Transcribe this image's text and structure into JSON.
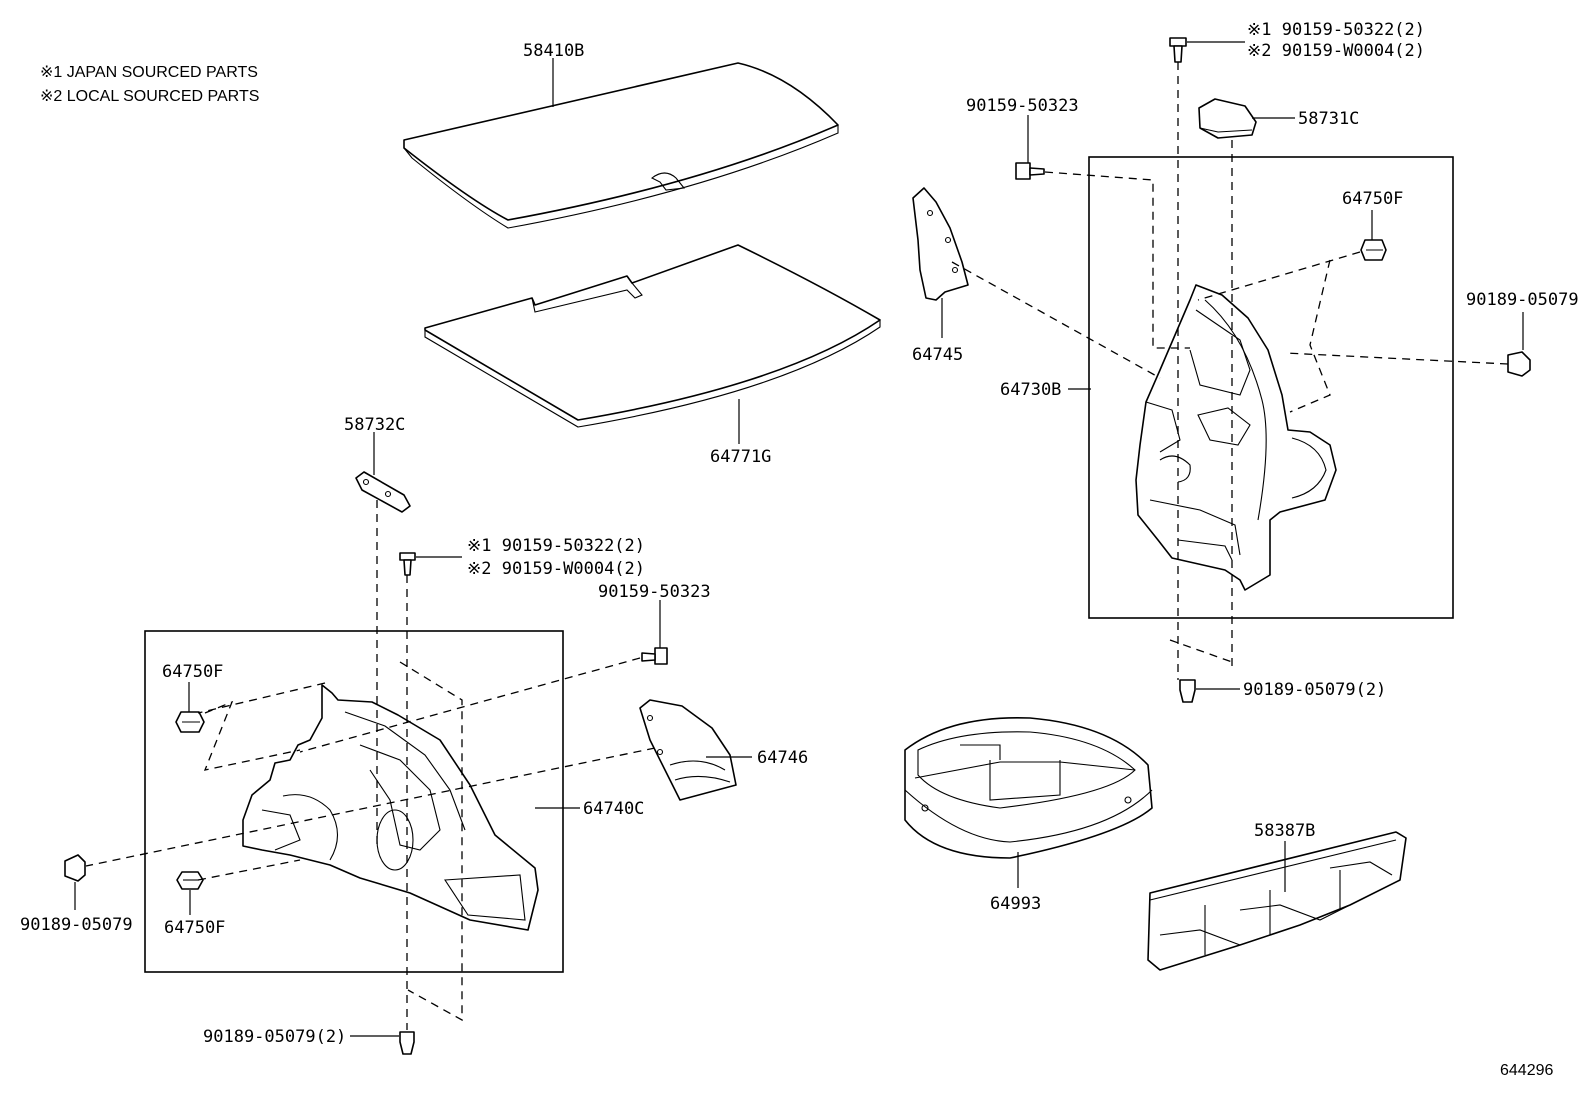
{
  "notes": [
    "※1 JAPAN SOURCED PARTS",
    "※2 LOCAL SOURCED PARTS"
  ],
  "labels": {
    "p58410B": "58410B",
    "p64771G": "64771G",
    "p58732C": "58732C",
    "left_japan": "※1 90159-50322(2)",
    "left_local": "※2 90159-W0004(2)",
    "left_90159_50323": "90159-50323",
    "left_64750F_top": "64750F",
    "left_64750F_bottom": "64750F",
    "left_90189_05079": "90189-05079",
    "left_64740C": "64740C",
    "left_90189_05079_2": "90189-05079(2)",
    "p64746": "64746",
    "right_japan": "※1 90159-50322(2)",
    "right_local": "※2 90159-W0004(2)",
    "right_90159_50323": "90159-50323",
    "p58731C": "58731C",
    "right_64750F": "64750F",
    "p64745": "64745",
    "p64730B": "64730B",
    "right_90189_05079": "90189-05079",
    "right_90189_05079_2": "90189-05079(2)",
    "p64993": "64993",
    "p58387B": "58387B"
  },
  "diagram_code": "644296"
}
